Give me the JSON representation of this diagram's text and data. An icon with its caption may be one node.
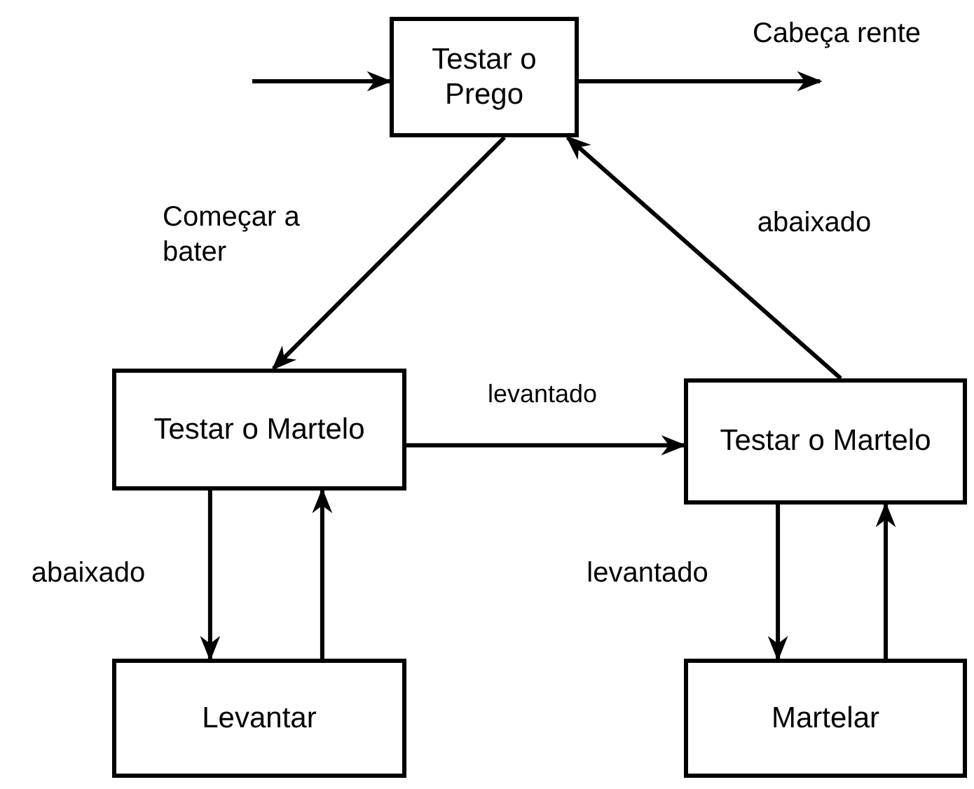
{
  "diagram": {
    "nodes": [
      {
        "text": [
          "Testar o Prego"
        ]
      },
      {
        "text": [
          "Testar o Martelo"
        ]
      },
      {
        "text": [
          "Testar o Martelo"
        ]
      },
      {
        "text": [
          "Levantar"
        ]
      },
      {
        "text": [
          "Martelar"
        ]
      }
    ],
    "edges": [
      {
        "from": null,
        "to": 0,
        "arrow": "to"
      },
      {
        "from": 0,
        "to": null,
        "arrow": "to",
        "label": "Cabeça rente"
      },
      {
        "from": 0,
        "to": 1,
        "arrow": "to",
        "label": "Começar a bater"
      },
      {
        "from": 2,
        "to": 0,
        "arrow": "to",
        "label": "abaixado"
      },
      {
        "from": 1,
        "to": 2,
        "arrow": "to",
        "label": "levantado"
      },
      {
        "from": 1,
        "to": 3,
        "arrow": "to",
        "label": "abaixado"
      },
      {
        "from": 3,
        "to": 1,
        "arrow": "to"
      },
      {
        "from": 2,
        "to": 4,
        "arrow": "to",
        "label": "levantado"
      },
      {
        "from": 4,
        "to": 2,
        "arrow": "to"
      }
    ]
  }
}
